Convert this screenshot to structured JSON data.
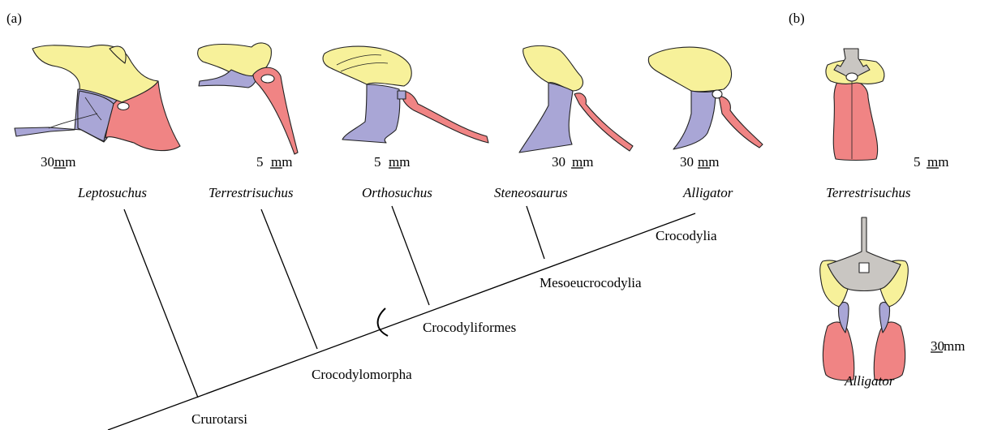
{
  "panels": {
    "a": "(a)",
    "b": "(b)"
  },
  "colors": {
    "ilium": "#f7f19a",
    "ischium": "#f08484",
    "pubis": "#a9a6d6",
    "vertebra": "#c9c6c2",
    "outline": "#222222"
  },
  "taxa_a": [
    {
      "name": "Leptosuchus",
      "scale_value": "30",
      "scale_unit": "mm"
    },
    {
      "name": "Terrestrisuchus",
      "scale_value": "5",
      "scale_unit": "mm"
    },
    {
      "name": "Orthosuchus",
      "scale_value": "5",
      "scale_unit": "mm"
    },
    {
      "name": "Steneosaurus",
      "scale_value": "30",
      "scale_unit": "mm"
    },
    {
      "name": "Alligator",
      "scale_value": "30",
      "scale_unit": "mm"
    }
  ],
  "clades": [
    "Crurotarsi",
    "Crocodylomorpha",
    "Crocodyliformes",
    "Mesoeucrocodylia",
    "Crocodylia"
  ],
  "taxa_b": [
    {
      "name": "Terrestrisuchus",
      "scale_value": "5",
      "scale_unit": "mm"
    },
    {
      "name": "Alligator",
      "scale_value": "30",
      "scale_unit": "mm"
    }
  ]
}
